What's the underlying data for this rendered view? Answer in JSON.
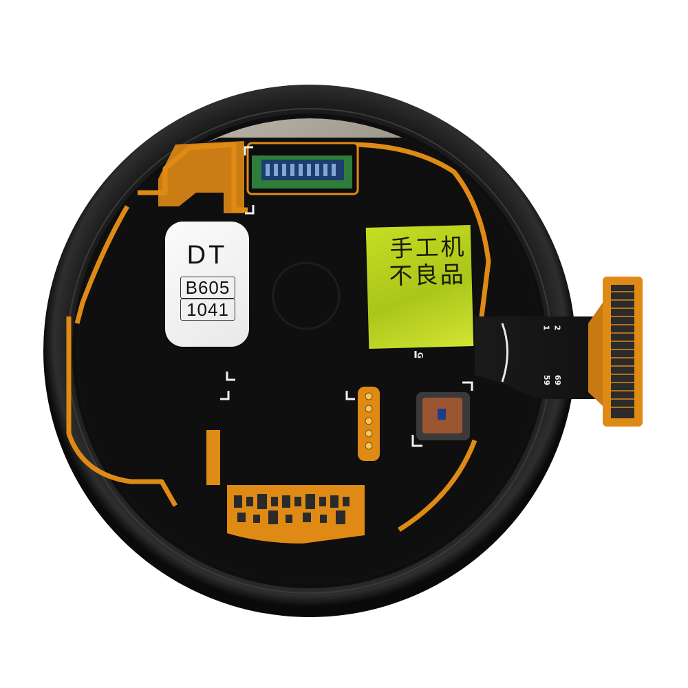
{
  "label_sticker": {
    "line1": "DT",
    "line2": "B605",
    "line3": "1041"
  },
  "qc_sticker": {
    "line1": "手工机",
    "line2": "不良品"
  },
  "pcb_markings": {
    "pin_top": "2",
    "pin_bottom": "1",
    "g_mark": "G",
    "num_a": "69",
    "num_b": "59"
  },
  "colors": {
    "panel": "#0d0d0d",
    "flex_orange": "#e08a16",
    "foil_silver": "#a9a497",
    "sticker_yellow": "#b7d020",
    "connector_green": "#2f7d3a"
  }
}
